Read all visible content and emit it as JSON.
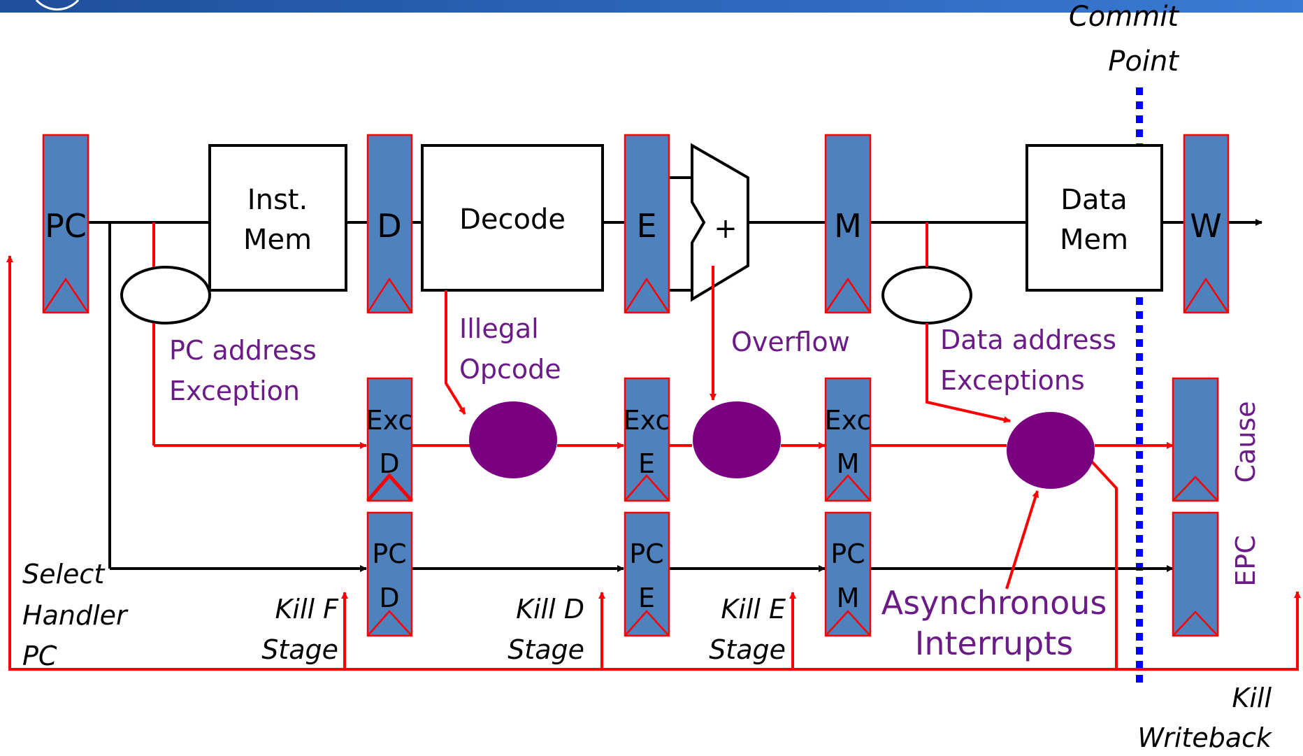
{
  "commit_point": {
    "line1": "Commit",
    "line2": "Point"
  },
  "registers": {
    "pc": "PC",
    "d": "D",
    "e": "E",
    "m": "M",
    "w": "W",
    "exc_d": {
      "line1": "Exc",
      "line2": "D"
    },
    "exc_e": {
      "line1": "Exc",
      "line2": "E"
    },
    "exc_m": {
      "line1": "Exc",
      "line2": "M"
    },
    "pc_d": {
      "line1": "PC",
      "line2": "D"
    },
    "pc_e": {
      "line1": "PC",
      "line2": "E"
    },
    "pc_m": {
      "line1": "PC",
      "line2": "M"
    },
    "cause": "Cause",
    "epc": "EPC"
  },
  "blocks": {
    "inst_mem": {
      "line1": "Inst.",
      "line2": "Mem"
    },
    "decode": "Decode",
    "alu": "+",
    "data_mem": {
      "line1": "Data",
      "line2": "Mem"
    }
  },
  "exceptions": {
    "pc_address": {
      "line1": "PC address",
      "line2": "Exception"
    },
    "illegal_opcode": {
      "line1": "Illegal",
      "line2": "Opcode"
    },
    "overflow": "Overflow",
    "data_address": {
      "line1": "Data address",
      "line2": "Exceptions"
    },
    "async_interrupts": {
      "line1": "Asynchronous",
      "line2": "Interrupts"
    }
  },
  "kill_signals": {
    "select_handler": {
      "line1": "Select",
      "line2": "Handler",
      "line3": "PC"
    },
    "kill_f": {
      "line1": "Kill F",
      "line2": "Stage"
    },
    "kill_d": {
      "line1": "Kill D",
      "line2": "Stage"
    },
    "kill_e": {
      "line1": "Kill E",
      "line2": "Stage"
    },
    "kill_writeback": {
      "line1": "Kill",
      "line2": "Writeback"
    }
  },
  "colors": {
    "register_fill": "#4f81bd",
    "register_border": "#ff0000",
    "exception_path": "#ff0000",
    "exception_label": "#6a1b85",
    "commit_line": "#0000ff",
    "header_bar": "#2a64b6"
  }
}
